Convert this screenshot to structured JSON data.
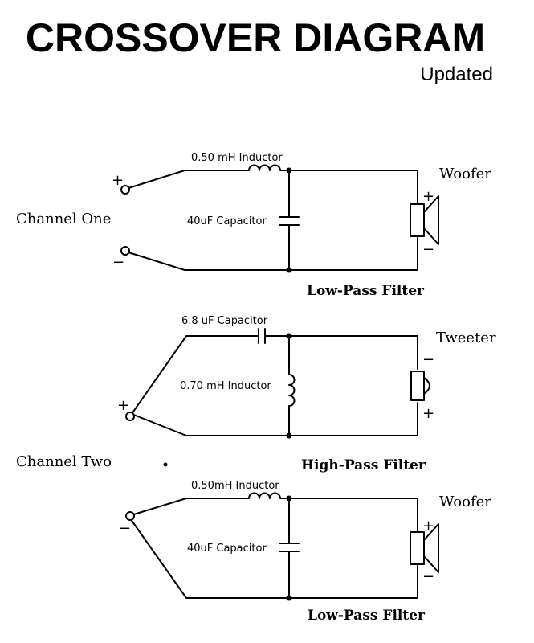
{
  "title": "CROSSOVER DIAGRAM",
  "subtitle": "Updated",
  "channel_one": {
    "label": "Channel One",
    "plus": "+",
    "minus": "−",
    "inductor_label": "0.50 mH Inductor",
    "capacitor_label": "40uF Capacitor",
    "speaker_label": "Woofer",
    "speaker_plus": "+",
    "speaker_minus": "−",
    "filter_label": "Low-Pass Filter"
  },
  "channel_two": {
    "label": "Channel Two",
    "plus": "+",
    "minus": "−",
    "high_pass": {
      "capacitor_label": "6.8 uF Capacitor",
      "inductor_label": "0.70 mH Inductor",
      "speaker_label": "Tweeter",
      "speaker_minus": "−",
      "speaker_plus": "+",
      "filter_label": "High-Pass Filter"
    },
    "low_pass": {
      "inductor_label": "0.50mH Inductor",
      "capacitor_label": "40uF Capacitor",
      "speaker_label": "Woofer",
      "speaker_plus": "+",
      "speaker_minus": "−",
      "filter_label": "Low-Pass Filter"
    }
  }
}
